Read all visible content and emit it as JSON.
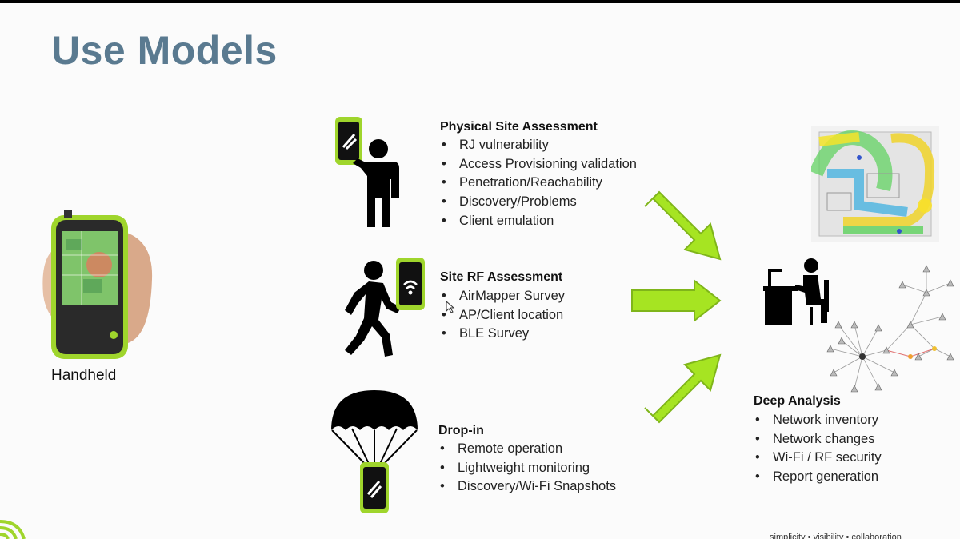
{
  "slide": {
    "title": "Use Models",
    "handheld_label": "Handheld",
    "sections": [
      {
        "title": "Physical Site Assessment",
        "items": [
          "RJ vulnerability",
          "Access Provisioning validation",
          "Penetration/Reachability",
          "Discovery/Problems",
          "Client emulation"
        ]
      },
      {
        "title": "Site RF Assessment",
        "items": [
          "AirMapper Survey",
          "AP/Client location",
          "BLE Survey"
        ]
      },
      {
        "title": "Drop-in",
        "items": [
          "Remote operation",
          "Lightweight monitoring",
          "Discovery/Wi-Fi Snapshots"
        ]
      }
    ],
    "analysis": {
      "title": "Deep Analysis",
      "items": [
        "Network inventory",
        "Network changes",
        "Wi-Fi / RF security",
        "Report generation"
      ]
    },
    "footer": {
      "right_text": "simplicity • visibility • collaboration"
    }
  },
  "colors": {
    "title": "#5a7a90",
    "device_green": "#9fd52c",
    "arrow_green": "#a6e422",
    "arrow_outline": "#7fb51a",
    "silhouette": "#000000"
  },
  "icons": {
    "person_phone": "person-holding-phone-icon",
    "walker": "walking-person-icon",
    "parachute": "parachute-drop-icon",
    "analyst": "person-at-desk-icon",
    "heatmap": "wifi-heatmap-floorplan-icon",
    "topology": "network-topology-graph-icon",
    "handheld": "handheld-tester-device-icon",
    "footer_logo": "wifi-arcs-logo-icon"
  }
}
